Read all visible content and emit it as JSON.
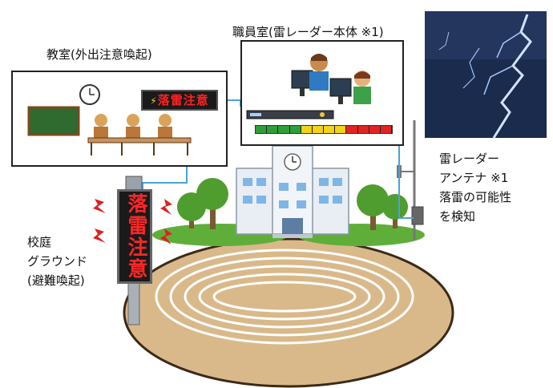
{
  "classroom": {
    "label": "教室(外出注意喚起)",
    "sign_text": "落雷注意"
  },
  "staff_room": {
    "label": "職員室(雷レーダー本体 ※1)"
  },
  "radar": {
    "line1": "雷レーダー",
    "line2": "アンテナ ※1",
    "line3": "落雷の可能性",
    "line4": "を検知"
  },
  "ground": {
    "line1": "校庭",
    "line2": "グラウンド",
    "line3": "(避難喚起)",
    "sign_text": "落雷注意"
  },
  "colors": {
    "sign_text": "#ff2222",
    "cable": "#4aa3d8",
    "ground": "#d9b98a",
    "sky": "#1a2a4a"
  },
  "level_meter": [
    "green",
    "green",
    "green",
    "green",
    "yellow",
    "yellow",
    "yellow",
    "yellow",
    "red",
    "red",
    "red",
    "red"
  ]
}
